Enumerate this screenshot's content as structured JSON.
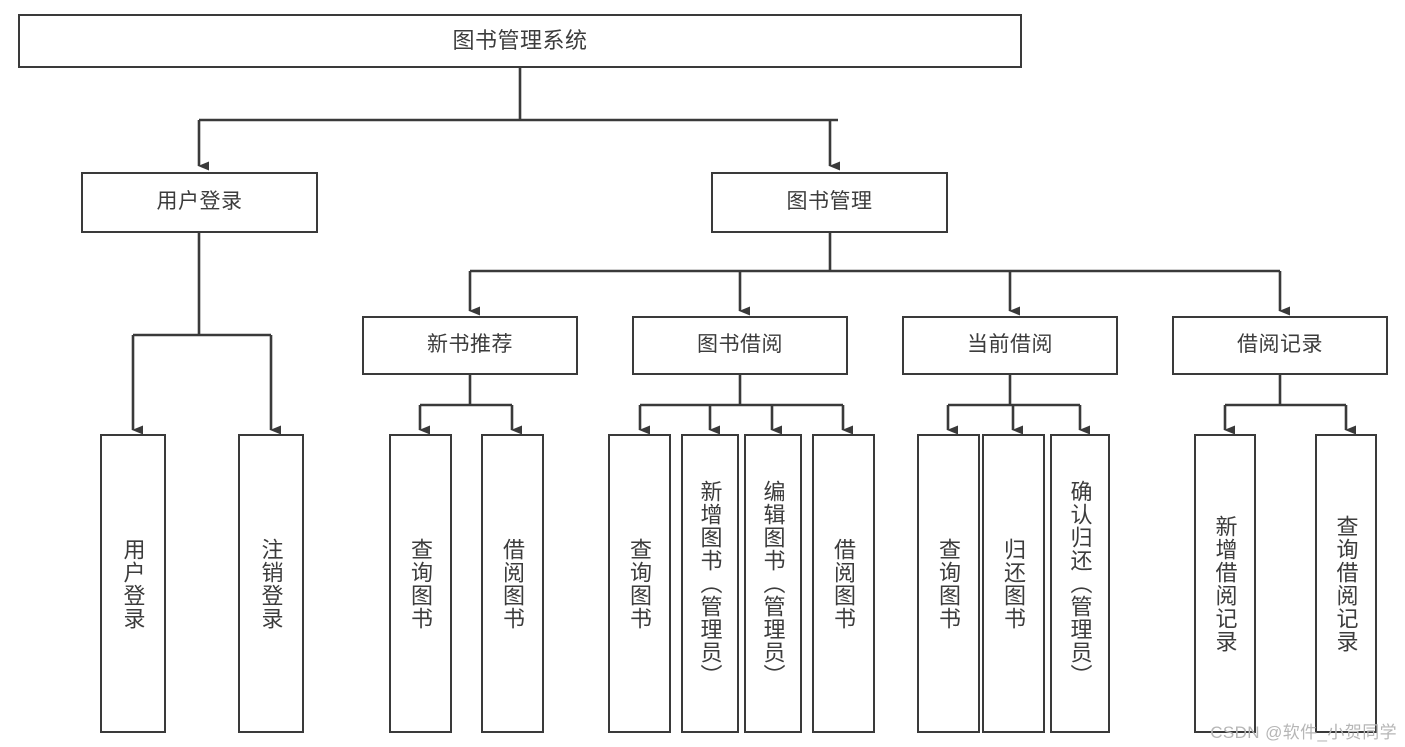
{
  "diagram": {
    "title": "图书管理系统",
    "type": "tree-hierarchy-chart",
    "edge_color": "#3a3a3a",
    "box_border_color": "#3a3a3a",
    "box_fill_color": "#ffffff",
    "text_color": "#3c3c3c",
    "background_color": "#ffffff"
  },
  "nodes": {
    "root": {
      "label": "图书管理系统"
    },
    "level2": [
      {
        "id": "user-login",
        "label": "用户登录"
      },
      {
        "id": "book-manage",
        "label": "图书管理"
      }
    ],
    "level3": [
      {
        "id": "new-book-recommend",
        "label": "新书推荐"
      },
      {
        "id": "book-borrow",
        "label": "图书借阅"
      },
      {
        "id": "current-borrow",
        "label": "当前借阅"
      },
      {
        "id": "borrow-record",
        "label": "借阅记录"
      }
    ],
    "leaves": [
      {
        "id": "leaf-user-login",
        "label": "用户登录",
        "parent": "user-login"
      },
      {
        "id": "leaf-logout-login",
        "label": "注销登录",
        "parent": "user-login"
      },
      {
        "id": "leaf-query-book-1",
        "label": "查询图书",
        "parent": "new-book-recommend"
      },
      {
        "id": "leaf-borrow-book-1",
        "label": "借阅图书",
        "parent": "new-book-recommend"
      },
      {
        "id": "leaf-query-book-2",
        "label": "查询图书",
        "parent": "book-borrow"
      },
      {
        "id": "leaf-add-book",
        "label": "新增图书（管理员）",
        "parent": "book-borrow"
      },
      {
        "id": "leaf-edit-book",
        "label": "编辑图书（管理员）",
        "parent": "book-borrow"
      },
      {
        "id": "leaf-borrow-book-2",
        "label": "借阅图书",
        "parent": "book-borrow"
      },
      {
        "id": "leaf-query-book-3",
        "label": "查询图书",
        "parent": "current-borrow"
      },
      {
        "id": "leaf-return-book",
        "label": "归还图书",
        "parent": "current-borrow"
      },
      {
        "id": "leaf-confirm-return",
        "label": "确认归还（管理员）",
        "parent": "current-borrow"
      },
      {
        "id": "leaf-add-borrow-record",
        "label": "新增借阅记录",
        "parent": "borrow-record"
      },
      {
        "id": "leaf-query-borrow-record",
        "label": "查询借阅记录",
        "parent": "borrow-record"
      }
    ]
  },
  "watermark": {
    "text": "CSDN @软件_小贺同学"
  }
}
